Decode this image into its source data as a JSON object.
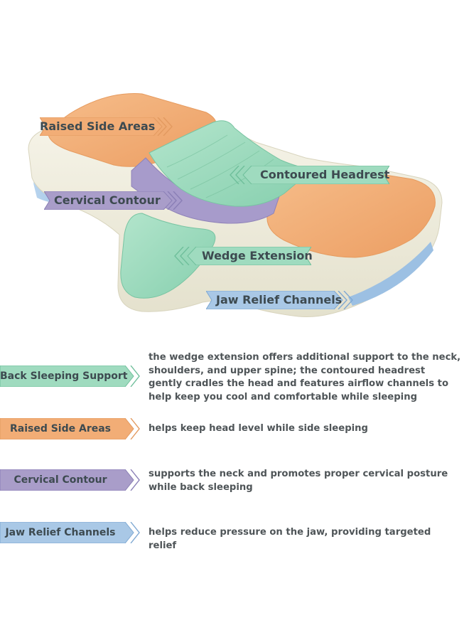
{
  "colors": {
    "orange": "#f2ad76",
    "green": "#9fdbbf",
    "purple": "#a99dc9",
    "blue": "#a9c8e6",
    "foam": "#f3f1e2"
  },
  "callouts": {
    "raised_side_areas": "Raised Side Areas",
    "contoured_headrest": "Contoured Headrest",
    "cervical_contour": "Cervical Contour",
    "wedge_extension": "Wedge Extension",
    "jaw_relief_channels": "Jaw Relief Channels"
  },
  "legend": [
    {
      "label": "Back Sleeping Support",
      "description": "the wedge extension offers additional support to the neck, shoulders, and upper spine; the contoured headrest gently cradles the head and features airflow channels to help keep you cool and comfortable while sleeping"
    },
    {
      "label": "Raised Side Areas",
      "description": "helps keep head level while side sleeping"
    },
    {
      "label": "Cervical Contour",
      "description": "supports the neck and promotes proper cervical posture while back sleeping"
    },
    {
      "label": "Jaw Relief Channels",
      "description": "helps reduce pressure on the jaw, providing targeted relief"
    }
  ]
}
